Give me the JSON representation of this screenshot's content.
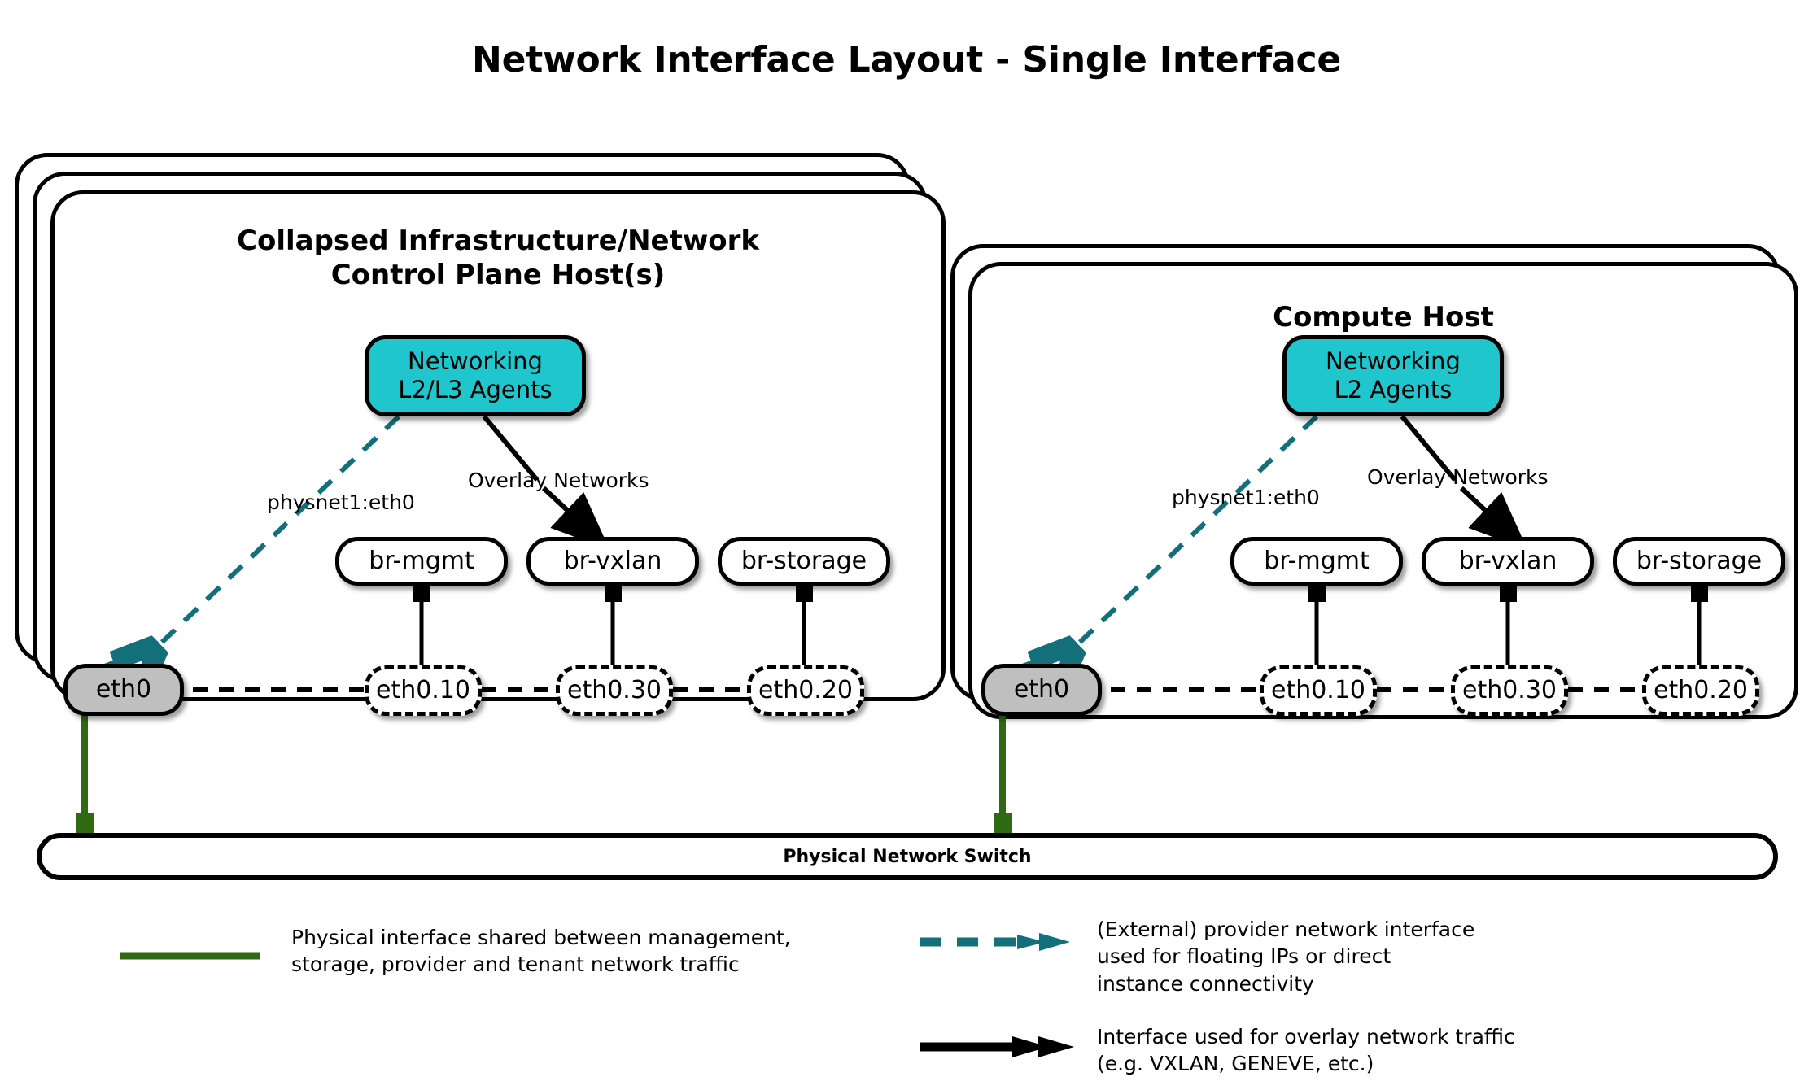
{
  "title": "Network Interface Layout - Single Interface",
  "colors": {
    "agent_fill": "#1FC6CD",
    "eth0_fill": "#BFBFBF",
    "provider_teal": "#13707A",
    "physical_green": "#2F6A13",
    "outline": "#000000",
    "background": "#FFFFFF"
  },
  "hosts": [
    {
      "id": "control-plane",
      "title": "Collapsed Infrastructure/Network\nControl Plane Host(s)",
      "title_line1": "Collapsed Infrastructure/Network",
      "title_line2": "Control Plane Host(s)",
      "stack_count": 3,
      "agents_label_line1": "Networking",
      "agents_label_line2": "L2/L3 Agents",
      "provider_label": "physnet1:eth0",
      "overlay_label": "Overlay Networks",
      "physical_interface": "eth0",
      "bridges": [
        "br-mgmt",
        "br-vxlan",
        "br-storage"
      ],
      "vlan_interfaces": [
        "eth0.10",
        "eth0.30",
        "eth0.20"
      ]
    },
    {
      "id": "compute",
      "title": "Compute Host",
      "title_line1": "Compute Host",
      "title_line2": "",
      "stack_count": 2,
      "agents_label_line1": "Networking",
      "agents_label_line2": "L2 Agents",
      "provider_label": "physnet1:eth0",
      "overlay_label": "Overlay Networks",
      "physical_interface": "eth0",
      "bridges": [
        "br-mgmt",
        "br-vxlan",
        "br-storage"
      ],
      "vlan_interfaces": [
        "eth0.10",
        "eth0.30",
        "eth0.20"
      ]
    }
  ],
  "switch": {
    "label": "Physical Network Switch"
  },
  "legend": [
    {
      "id": "physical",
      "style": "solid-green-line",
      "text": "Physical interface shared between management,\nstorage, provider and tenant network traffic"
    },
    {
      "id": "provider",
      "style": "dashed-teal-double-arrow",
      "text": "(External) provider network interface\nused for floating IPs or direct\ninstance connectivity"
    },
    {
      "id": "overlay",
      "style": "solid-black-double-arrow",
      "text": "Interface used for overlay network traffic\n(e.g. VXLAN, GENEVE, etc.)"
    }
  ]
}
